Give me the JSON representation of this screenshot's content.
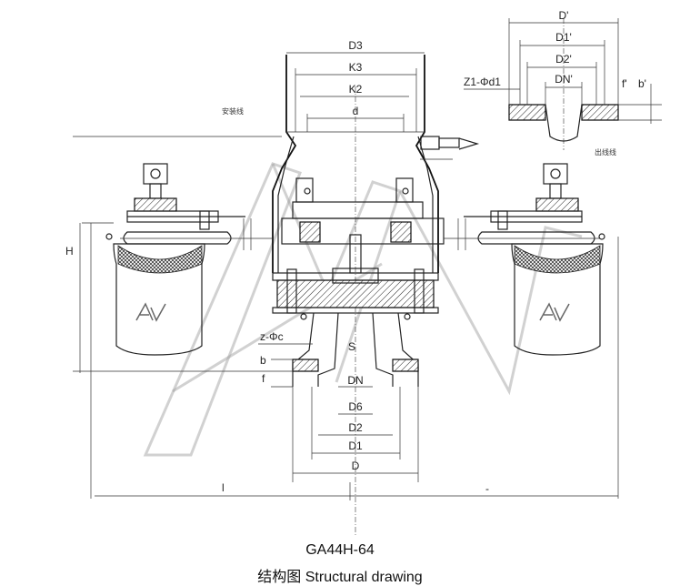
{
  "caption": {
    "model": "GA44H-64",
    "title": "结构图 Structural drawing"
  },
  "dimensions": {
    "D3": "D3",
    "K3": "K3",
    "K2": "K2",
    "d": "d",
    "D_prime": "D'",
    "D1_prime": "D1'",
    "D2_prime": "D2'",
    "DN_prime": "DN'",
    "z_bolt_prime": "Z1-Φd1",
    "b_prime": "b'",
    "f_prime": "f'",
    "H": "H",
    "z_bolt": "z-Φc",
    "b": "b",
    "f": "f",
    "S": "S",
    "DN": "DN",
    "D6": "D6",
    "D2": "D2",
    "D1": "D1",
    "D": "D",
    "L": "l",
    "L2": "-"
  },
  "notes": {
    "left_level": "安装线",
    "right_level": "出线线"
  },
  "watermark": {
    "logo": "AV"
  }
}
